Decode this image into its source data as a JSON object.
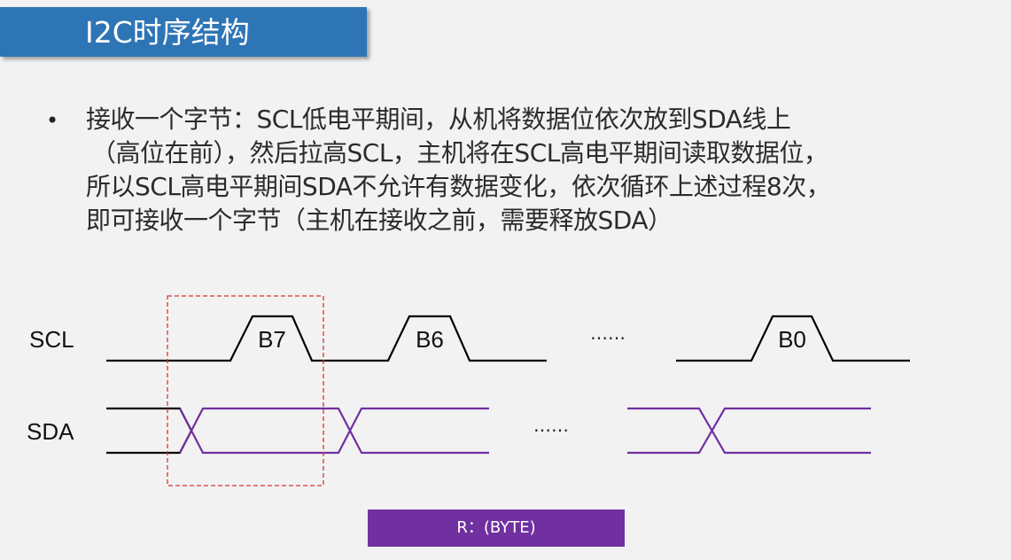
{
  "title": "I2C时序结构",
  "bullet": {
    "lines": [
      "接收一个字节：SCL低电平期间，从机将数据位依次放到SDA线上",
      "（高位在前），然后拉高SCL，主机将在SCL高电平期间读取数据位，",
      "所以SCL高电平期间SDA不允许有数据变化，依次循环上述过程8次，",
      "即可接收一个字节（主机在接收之前，需要释放SDA）"
    ]
  },
  "diagram": {
    "scl_label": "SCL",
    "sda_label": "SDA",
    "pulses": [
      "B7",
      "B6",
      "B0"
    ],
    "scl_ellipsis": "……",
    "sda_ellipsis": "……"
  },
  "colors": {
    "title_bg": "#2e75b6",
    "line_black": "#000000",
    "line_purple": "#7030a0",
    "highlight_box": "#e03030",
    "tag_bg": "#7030a0"
  },
  "tag_label": "R：(BYTE)"
}
